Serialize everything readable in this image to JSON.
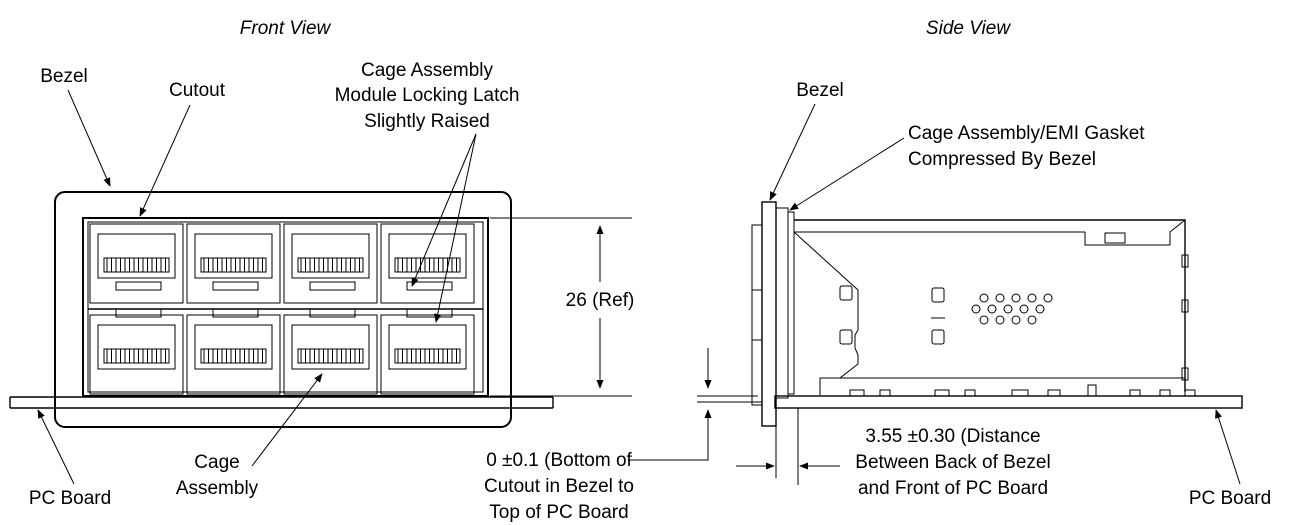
{
  "front_view": {
    "title": "Front View",
    "labels": {
      "bezel": "Bezel",
      "cutout": "Cutout",
      "latch_line1": "Cage Assembly",
      "latch_line2": "Module Locking Latch",
      "latch_line3": "Slightly Raised",
      "dimension": "26 (Ref)",
      "cage_line1": "Cage",
      "cage_line2": "Assembly",
      "pc_board": "PC Board"
    }
  },
  "side_view": {
    "title": "Side View",
    "labels": {
      "bezel": "Bezel",
      "gasket_line1": "Cage Assembly/EMI Gasket",
      "gasket_line2": "Compressed By Bezel",
      "tol1_line1": "0 ±0.1 (Bottom of",
      "tol1_line2": "Cutout in Bezel to",
      "tol1_line3": "Top of PC Board",
      "tol2_line1": "3.55 ±0.30 (Distance",
      "tol2_line2": "Between Back of Bezel",
      "tol2_line3": "and Front of PC Board",
      "pc_board": "PC Board"
    }
  }
}
